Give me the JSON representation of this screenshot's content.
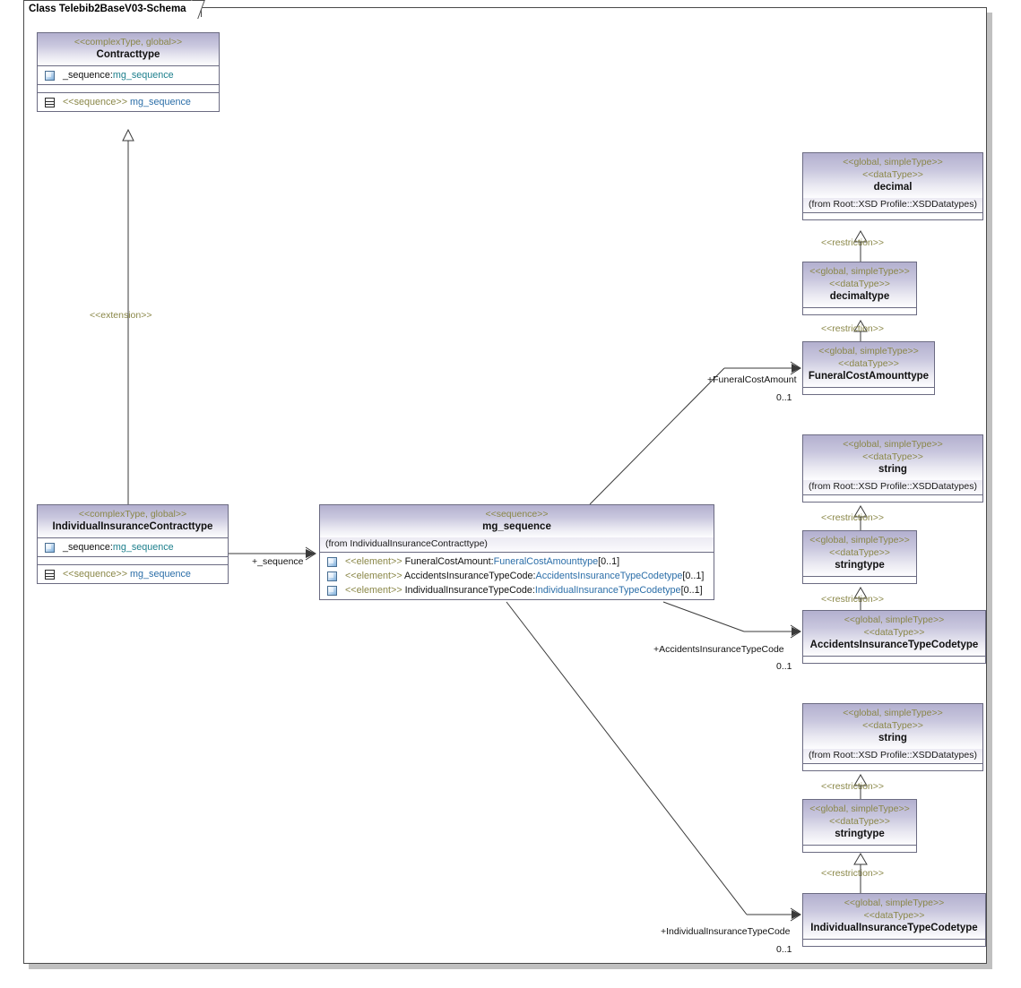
{
  "diagram": {
    "title": "Class Telebib2BaseV03-Schema",
    "colors": {
      "header_gradient_top": "#b3b0cf",
      "header_gradient_bottom": "#fdfdfe",
      "stereotype_text": "#8a8748",
      "type_link_text": "#2b6ea8",
      "attribute_type_text": "#1d7f8c",
      "border": "#6b6b82",
      "frame_border": "#4a4a4a",
      "connector": "#3a3a3a"
    }
  },
  "classes": {
    "contracttype": {
      "stereotype": "<<complexType, global>>",
      "name": "Contracttype",
      "attribute": {
        "icon": "element-icon",
        "name": "_sequence:",
        "type": "mg_sequence"
      },
      "operation": {
        "icon": "sequence-icon",
        "stereotype": "<<sequence>>",
        "name": "mg_sequence"
      }
    },
    "individual_insurance_contracttype": {
      "stereotype": "<<complexType, global>>",
      "name": "IndividualInsuranceContracttype",
      "attribute": {
        "icon": "element-icon",
        "name": "_sequence:",
        "type": "mg_sequence"
      },
      "operation": {
        "icon": "sequence-icon",
        "stereotype": "<<sequence>>",
        "name": "mg_sequence"
      }
    },
    "mg_sequence": {
      "stereotype": "<<sequence>>",
      "name": "mg_sequence",
      "from": "(from IndividualInsuranceContracttype)",
      "elements": [
        {
          "icon": "element-icon",
          "stereotype": "<<element>>",
          "name": "FuneralCostAmount:",
          "type": "FuneralCostAmounttype",
          "multiplicity": "[0..1]"
        },
        {
          "icon": "element-icon",
          "stereotype": "<<element>>",
          "name": "AccidentsInsuranceTypeCode:",
          "type": "AccidentsInsuranceTypeCodetype",
          "multiplicity": "[0..1]"
        },
        {
          "icon": "element-icon",
          "stereotype": "<<element>>",
          "name": "IndividualInsuranceTypeCode:",
          "type": "IndividualInsuranceTypeCodetype",
          "multiplicity": "[0..1]"
        }
      ]
    },
    "decimal": {
      "stereotype1": "<<global, simpleType>>",
      "stereotype2": "<<dataType>>",
      "name": "decimal",
      "from": "(from Root::XSD Profile::XSDDatatypes)"
    },
    "decimaltype": {
      "stereotype1": "<<global, simpleType>>",
      "stereotype2": "<<dataType>>",
      "name": "decimaltype"
    },
    "funeralcostamounttype": {
      "stereotype1": "<<global, simpleType>>",
      "stereotype2": "<<dataType>>",
      "name": "FuneralCostAmounttype"
    },
    "string_a": {
      "stereotype1": "<<global, simpleType>>",
      "stereotype2": "<<dataType>>",
      "name": "string",
      "from": "(from Root::XSD Profile::XSDDatatypes)"
    },
    "stringtype_a": {
      "stereotype1": "<<global, simpleType>>",
      "stereotype2": "<<dataType>>",
      "name": "stringtype"
    },
    "accidentsinsurancetypecodetype": {
      "stereotype1": "<<global, simpleType>>",
      "stereotype2": "<<dataType>>",
      "name": "AccidentsInsuranceTypeCodetype"
    },
    "string_b": {
      "stereotype1": "<<global, simpleType>>",
      "stereotype2": "<<dataType>>",
      "name": "string",
      "from": "(from Root::XSD Profile::XSDDatatypes)"
    },
    "stringtype_b": {
      "stereotype1": "<<global, simpleType>>",
      "stereotype2": "<<dataType>>",
      "name": "stringtype"
    },
    "individualinsurancetypecodetype": {
      "stereotype1": "<<global, simpleType>>",
      "stereotype2": "<<dataType>>",
      "name": "IndividualInsuranceTypeCodetype"
    }
  },
  "connectors": {
    "extension": {
      "label": "<<extension>>"
    },
    "restriction_1": {
      "label": "<<restriction>>"
    },
    "restriction_2": {
      "label": "<<restriction>>"
    },
    "restriction_3": {
      "label": "<<restriction>>"
    },
    "restriction_4": {
      "label": "<<restriction>>"
    },
    "restriction_5": {
      "label": "<<restriction>>"
    },
    "restriction_6": {
      "label": "<<restriction>>"
    },
    "assoc_sequence": {
      "role": "+_sequence"
    },
    "assoc_funeral": {
      "role": "+FuneralCostAmount",
      "multiplicity": "0..1"
    },
    "assoc_accidents": {
      "role": "+AccidentsInsuranceTypeCode",
      "multiplicity": "0..1"
    },
    "assoc_individual": {
      "role": "+IndividualInsuranceTypeCode",
      "multiplicity": "0..1"
    }
  }
}
